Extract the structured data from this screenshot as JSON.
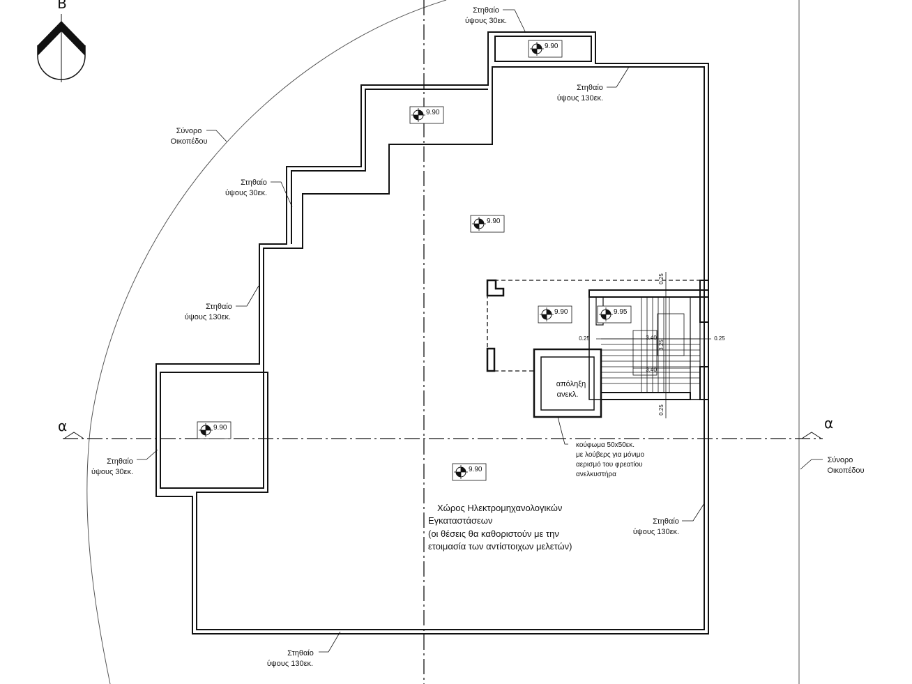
{
  "north_letter": "B",
  "section_marker": "α",
  "boundary_label": [
    "Σύνορο",
    "Οικοπέδου"
  ],
  "parapet_30": [
    "Στηθαίο",
    "ύψους 30εκ."
  ],
  "parapet_130": [
    "Στηθαίο",
    "ύψους 130εκ."
  ],
  "levels": {
    "roof": "9.90",
    "stair_landing": "9.95"
  },
  "dims": {
    "wall": "0.25",
    "width": "3.40",
    "depth": "3.25"
  },
  "elevator_landing": [
    "απόληξη",
    "ανεκλ."
  ],
  "vent_note": [
    "κούφωμα 50x50εκ.",
    "με λούβερς για μόνιμο",
    "αερισμό του φρεατίου",
    "ανελκυστήρα"
  ],
  "mep_area": [
    "Χώρος Ηλεκτρομηχανολογικών",
    "Εγκαταστάσεων",
    "(οι θέσεις θα καθοριστούν με την",
    "ετοιμασία των αντίστοιχων μελετών)"
  ],
  "colors": {
    "line": "#111111",
    "background": "#ffffff"
  }
}
